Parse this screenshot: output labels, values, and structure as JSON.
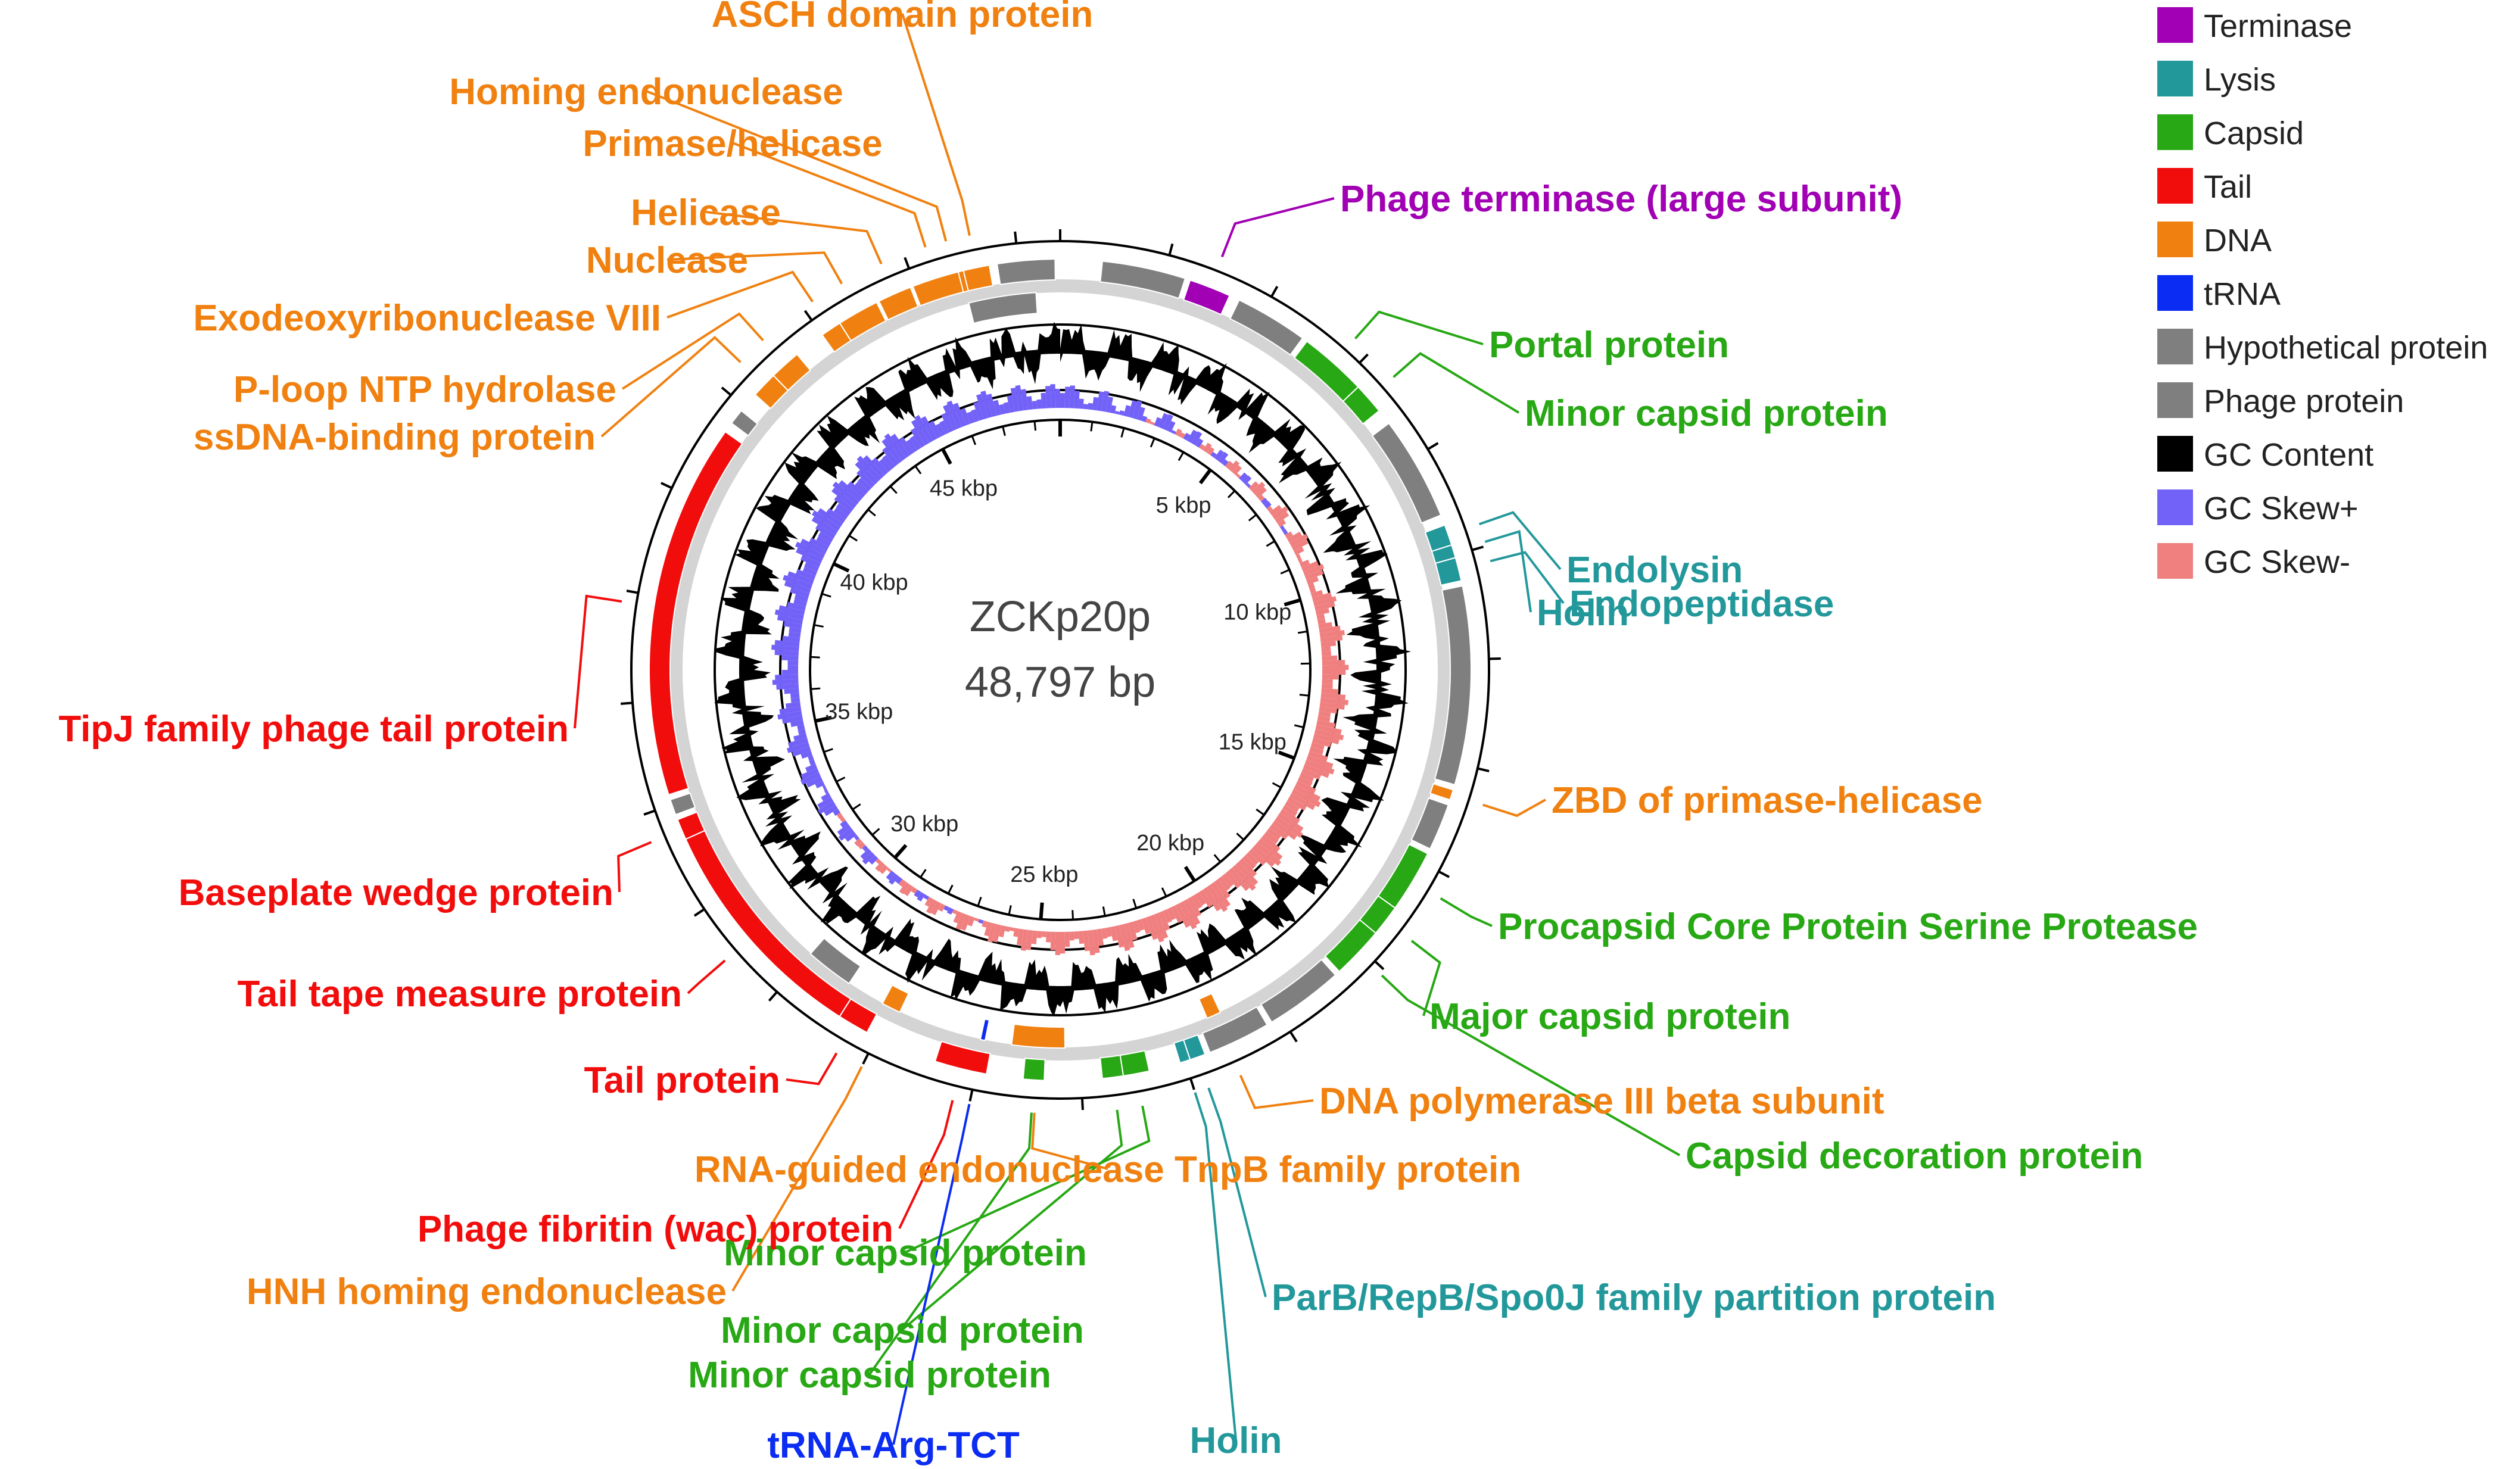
{
  "title": "ZCKp20p",
  "genome_size": "48,797 bp",
  "genome_length_bp": 48797,
  "colors": {
    "terminase": "#a100b4",
    "lysis": "#23989b",
    "capsid": "#27a814",
    "tail": "#f20d0d",
    "dna": "#f08110",
    "trna": "#0b2cf2",
    "hypothetical": "#7f7f7f",
    "gc_content": "#000000",
    "gc_skew_plus": "#7262f7",
    "gc_skew_minus": "#f08080",
    "backbone": "#d4d4d4"
  },
  "legend": [
    {
      "label": "Terminase",
      "color": "#a100b4"
    },
    {
      "label": "Lysis",
      "color": "#23989b"
    },
    {
      "label": "Capsid",
      "color": "#27a814"
    },
    {
      "label": "Tail",
      "color": "#f20d0d"
    },
    {
      "label": "DNA",
      "color": "#f08110"
    },
    {
      "label": "tRNA",
      "color": "#0b2cf2"
    },
    {
      "label": "Hypothetical protein",
      "color": "#7f7f7f"
    },
    {
      "label": "Phage protein",
      "color": "#7f7f7f"
    },
    {
      "label": "GC Content",
      "color": "#000000"
    },
    {
      "label": "GC Skew+",
      "color": "#7262f7"
    },
    {
      "label": "GC Skew-",
      "color": "#f08080"
    }
  ],
  "kbp_ticks": [
    "5 kbp",
    "10 kbp",
    "15 kbp",
    "20 kbp",
    "25 kbp",
    "30 kbp",
    "35 kbp",
    "40 kbp",
    "45 kbp"
  ],
  "genes": [
    {
      "label": "ASCH domain protein",
      "category": "dna",
      "start_kb": 46.95,
      "end_kb": 47.45,
      "ring": "outer"
    },
    {
      "label": "Homing endonuclease",
      "category": "dna",
      "start_kb": 46.6,
      "end_kb": 46.95,
      "ring": "outer"
    },
    {
      "label": "Primase/helicase",
      "category": "dna",
      "start_kb": 45.95,
      "end_kb": 46.85,
      "ring": "outer"
    },
    {
      "label": "Helicase",
      "category": "dna",
      "start_kb": 45.25,
      "end_kb": 45.9,
      "ring": "outer"
    },
    {
      "label": "Nuclease",
      "category": "dna",
      "start_kb": 44.4,
      "end_kb": 45.2,
      "ring": "outer"
    },
    {
      "label": "Exodeoxyribonuclease VIII",
      "category": "dna",
      "start_kb": 44.0,
      "end_kb": 44.4,
      "ring": "outer"
    },
    {
      "label": "P-loop NTP hydrolase",
      "category": "dna",
      "start_kb": 42.8,
      "end_kb": 43.4,
      "ring": "outer"
    },
    {
      "label": "ssDNA-binding protein",
      "category": "dna",
      "start_kb": 42.3,
      "end_kb": 42.8,
      "ring": "outer"
    },
    {
      "label": "Phage terminase (large subunit)",
      "category": "terminase",
      "start_kb": 2.5,
      "end_kb": 3.3,
      "ring": "outer"
    },
    {
      "label": "Portal protein",
      "category": "capsid",
      "start_kb": 5.0,
      "end_kb": 6.3,
      "ring": "outer"
    },
    {
      "label": "Minor capsid protein",
      "category": "capsid",
      "start_kb": 6.3,
      "end_kb": 6.9,
      "ring": "outer"
    },
    {
      "label": "Endolysin",
      "category": "lysis",
      "start_kb": 9.4,
      "end_kb": 9.8,
      "ring": "outer"
    },
    {
      "label": "Holin",
      "category": "lysis",
      "start_kb": 9.8,
      "end_kb": 10.05,
      "ring": "outer"
    },
    {
      "label": "Endopeptidase",
      "category": "lysis",
      "start_kb": 10.05,
      "end_kb": 10.5,
      "ring": "outer"
    },
    {
      "label": "ZBD of primase-helicase",
      "category": "dna",
      "start_kb": 14.5,
      "end_kb": 14.7,
      "ring": "outer"
    },
    {
      "label": "Procapsid Core Protein Serine Protease",
      "category": "capsid",
      "start_kb": 15.8,
      "end_kb": 17.0,
      "ring": "outer"
    },
    {
      "label": "Major capsid protein",
      "category": "capsid",
      "start_kb": 17.0,
      "end_kb": 17.6,
      "ring": "outer"
    },
    {
      "label": "Capsid decoration protein",
      "category": "capsid",
      "start_kb": 17.6,
      "end_kb": 18.6,
      "ring": "outer"
    },
    {
      "label": "DNA polymerase III beta subunit",
      "category": "dna",
      "start_kb": 21.0,
      "end_kb": 21.3,
      "ring": "inner"
    },
    {
      "label": "ParB/RepB/Spo0J family partition protein",
      "category": "lysis",
      "start_kb": 21.6,
      "end_kb": 21.9,
      "ring": "outer"
    },
    {
      "label": "Holin",
      "category": "lysis",
      "start_kb": 21.9,
      "end_kb": 22.1,
      "ring": "outer"
    },
    {
      "label": "Minor capsid protein",
      "category": "capsid",
      "start_kb": 22.7,
      "end_kb": 23.2,
      "ring": "outer"
    },
    {
      "label": "Minor capsid protein",
      "category": "capsid",
      "start_kb": 23.2,
      "end_kb": 23.6,
      "ring": "outer"
    },
    {
      "label": "Minor capsid protein",
      "category": "capsid",
      "start_kb": 24.7,
      "end_kb": 25.1,
      "ring": "outer"
    },
    {
      "label": "RNA-guided endonuclease TnpB family protein",
      "category": "dna",
      "start_kb": 24.3,
      "end_kb": 25.4,
      "ring": "inner"
    },
    {
      "label": "tRNA-Arg-TCT",
      "category": "trna",
      "start_kb": 25.95,
      "end_kb": 26.05,
      "ring": "inner"
    },
    {
      "label": "Phage fibritin (wac) protein",
      "category": "tail",
      "start_kb": 25.8,
      "end_kb": 26.8,
      "ring": "outer"
    },
    {
      "label": "HNH homing endonuclease",
      "category": "dna",
      "start_kb": 27.8,
      "end_kb": 28.2,
      "ring": "inner"
    },
    {
      "label": "Tail protein",
      "category": "tail",
      "start_kb": 28.2,
      "end_kb": 28.8,
      "ring": "outer"
    },
    {
      "label": "Tail tape measure protein",
      "category": "tail",
      "start_kb": 28.8,
      "end_kb": 33.3,
      "ring": "outer"
    },
    {
      "label": "Baseplate wedge protein",
      "category": "tail",
      "start_kb": 33.3,
      "end_kb": 33.7,
      "ring": "outer"
    },
    {
      "label": "TipJ family phage tail protein",
      "category": "tail",
      "start_kb": 34.2,
      "end_kb": 41.4,
      "ring": "outer"
    }
  ],
  "other_genes": [
    {
      "category": "hypothetical",
      "start_kb": 0.8,
      "end_kb": 2.4,
      "ring": "outer"
    },
    {
      "category": "hypothetical",
      "start_kb": 47.6,
      "end_kb": 48.7,
      "ring": "outer"
    },
    {
      "category": "hypothetical",
      "start_kb": 46.9,
      "end_kb": 48.3,
      "ring": "inner"
    },
    {
      "category": "hypothetical",
      "start_kb": 3.5,
      "end_kb": 4.9,
      "ring": "outer"
    },
    {
      "category": "hypothetical",
      "start_kb": 7.2,
      "end_kb": 9.2,
      "ring": "outer"
    },
    {
      "category": "hypothetical",
      "start_kb": 10.6,
      "end_kb": 14.4,
      "ring": "outer"
    },
    {
      "category": "hypothetical",
      "start_kb": 14.8,
      "end_kb": 15.7,
      "ring": "outer"
    },
    {
      "category": "hypothetical",
      "start_kb": 18.7,
      "end_kb": 20.2,
      "ring": "outer"
    },
    {
      "category": "hypothetical",
      "start_kb": 20.3,
      "end_kb": 21.5,
      "ring": "outer"
    },
    {
      "category": "hypothetical",
      "start_kb": 29.0,
      "end_kb": 30.0,
      "ring": "inner"
    },
    {
      "category": "hypothetical",
      "start_kb": 33.8,
      "end_kb": 34.1,
      "ring": "outer"
    },
    {
      "category": "hypothetical",
      "start_kb": 41.6,
      "end_kb": 41.9,
      "ring": "outer"
    }
  ],
  "chart_data": {
    "type": "circular-genome-map",
    "title": "ZCKp20p",
    "genome_size": "48,797 bp",
    "tracks": [
      "genes",
      "GC Content",
      "GC Skew"
    ]
  }
}
